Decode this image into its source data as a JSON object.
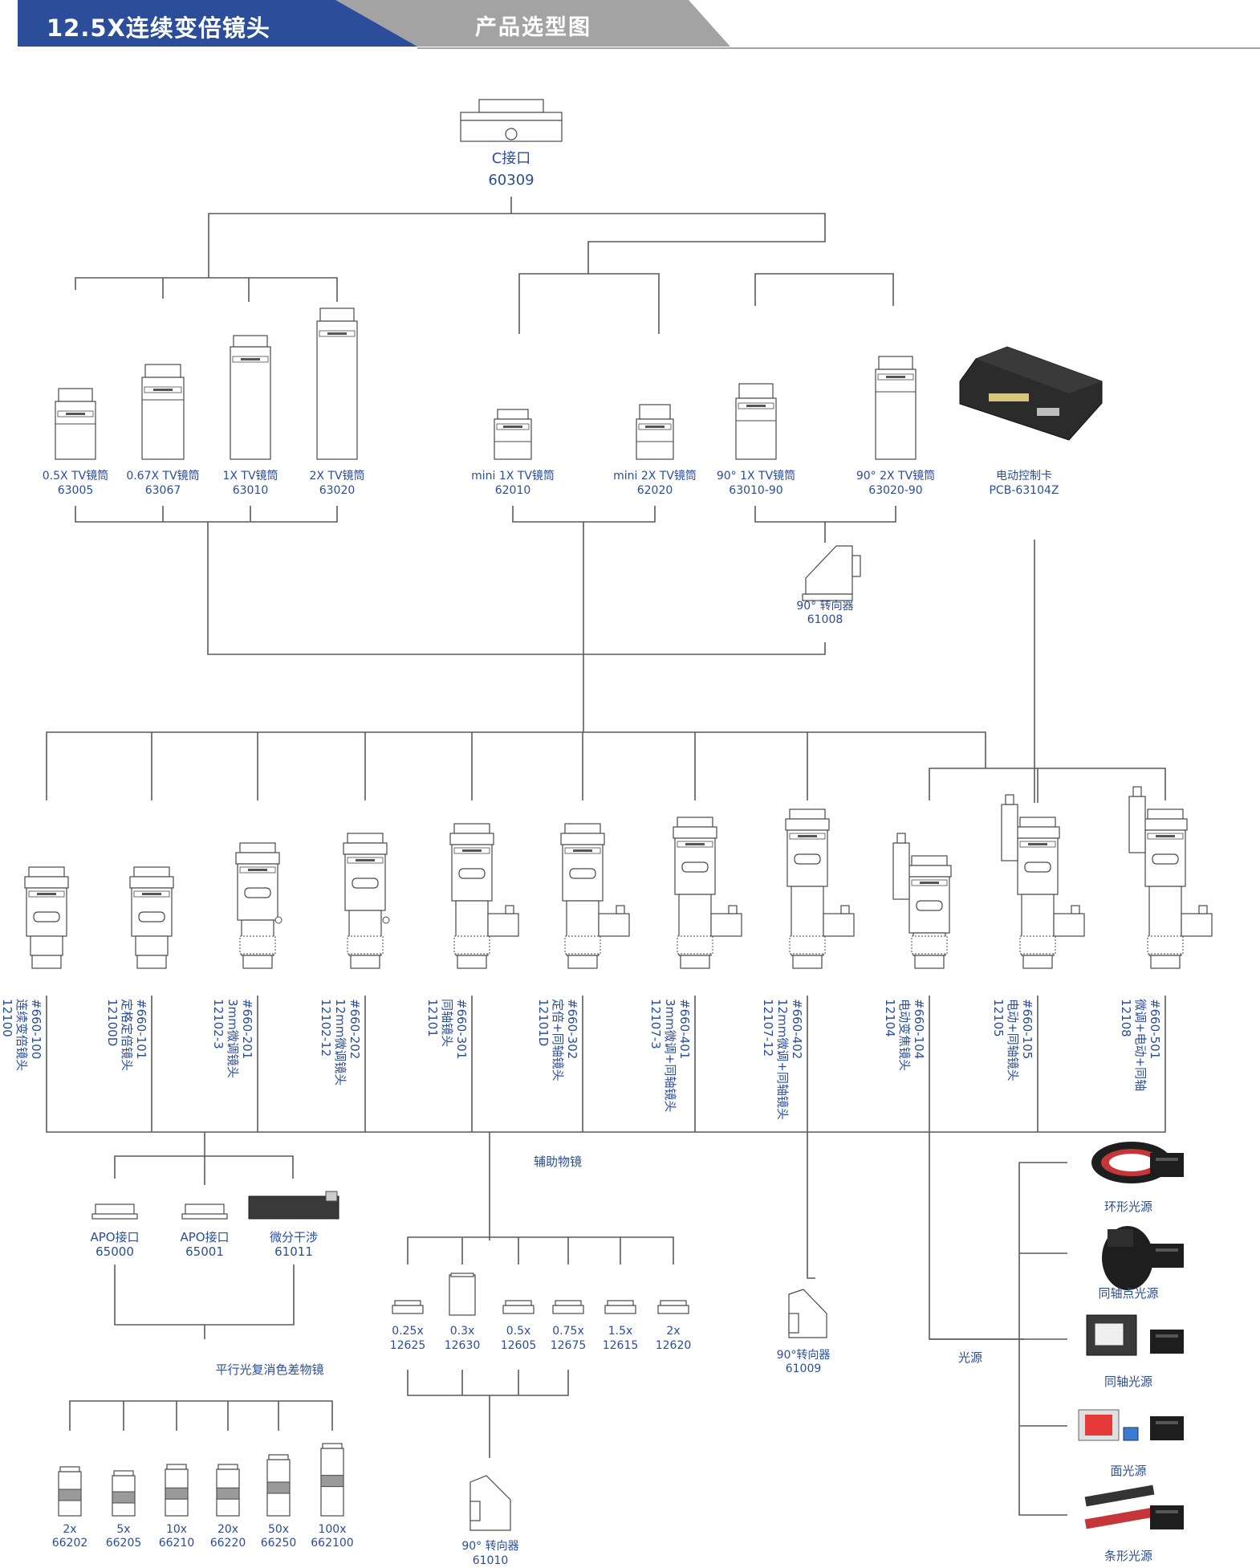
{
  "header": {
    "title": "12.5X连续变倍镜头",
    "subtitle": "产品选型图",
    "primary_color": "#2b4d9a",
    "secondary_color": "#a3a3a3",
    "rule_color": "#a3a3a3"
  },
  "colors": {
    "line": "#5a5a5a",
    "label": "#2b4d9a",
    "part_stroke": "#4a4a4a",
    "part_fill": "#ffffff"
  },
  "nodes": {
    "c_mount": {
      "name": "C接口",
      "code": "60309"
    },
    "tv_tubes": [
      {
        "name": "0.5X TV镜筒",
        "code": "63005",
        "icon": "tv-tube"
      },
      {
        "name": "0.67X TV镜筒",
        "code": "63067",
        "icon": "tv-tube"
      },
      {
        "name": "1X TV镜筒",
        "code": "63010",
        "icon": "tv-tube"
      },
      {
        "name": "2X TV镜筒",
        "code": "63020",
        "icon": "tv-tube"
      },
      {
        "name": "mini 1X TV镜筒",
        "code": "62010",
        "icon": "tv-tube"
      },
      {
        "name": "mini 2X TV镜筒",
        "code": "62020",
        "icon": "tv-tube"
      },
      {
        "name": "90° 1X TV镜筒",
        "code": "63010-90",
        "icon": "tv-tube"
      },
      {
        "name": "90° 2X TV镜筒",
        "code": "63020-90",
        "icon": "tv-tube"
      }
    ],
    "controller": {
      "name": "电动控制卡",
      "code": "PCB-63104Z",
      "icon": "controller-board"
    },
    "rotator_top": {
      "name": "90° 转向器",
      "code": "61008",
      "icon": "rotator"
    },
    "lenses": [
      {
        "model": "#660-100",
        "name": "连续变倍镜头",
        "code": "12100"
      },
      {
        "model": "#660-101",
        "name": "定格定倍镜头",
        "code": "12100D"
      },
      {
        "model": "#660-201",
        "name": "3mm微调镜头",
        "code": "12102-3"
      },
      {
        "model": "#660-202",
        "name": "12mm微调镜头",
        "code": "12102-12"
      },
      {
        "model": "#660-301",
        "name": "同轴镜头",
        "code": "12101"
      },
      {
        "model": "#660-302",
        "name": "定倍+同轴镜头",
        "code": "12101D"
      },
      {
        "model": "#660-401",
        "name": "3mm微调+同轴镜头",
        "code": "12107-3"
      },
      {
        "model": "#660-402",
        "name": "12mm微调+同轴镜头",
        "code": "12107-12"
      },
      {
        "model": "#660-104",
        "name": "电动变焦镜头",
        "code": "12104"
      },
      {
        "model": "#660-105",
        "name": "电动+同轴镜头",
        "code": "12105"
      },
      {
        "model": "#660-501",
        "name": "微调+电动+同轴",
        "code": "12108"
      }
    ],
    "adapters": [
      {
        "name": "APO接口",
        "code": "65000"
      },
      {
        "name": "APO接口",
        "code": "65001"
      },
      {
        "name": "微分干涉",
        "code": "61011"
      }
    ],
    "apo_group_label": "平行光复消色差物镜",
    "objectives": [
      {
        "mag": "2x",
        "code": "66202"
      },
      {
        "mag": "5x",
        "code": "66205"
      },
      {
        "mag": "10x",
        "code": "66210"
      },
      {
        "mag": "20x",
        "code": "66220"
      },
      {
        "mag": "50x",
        "code": "66250"
      },
      {
        "mag": "100x",
        "code": "662100"
      }
    ],
    "aux_label": "辅助物镜",
    "aux_objectives": [
      {
        "mag": "0.25x",
        "code": "12625"
      },
      {
        "mag": "0.3x",
        "code": "12630"
      },
      {
        "mag": "0.5x",
        "code": "12605"
      },
      {
        "mag": "0.75x",
        "code": "12675"
      },
      {
        "mag": "1.5x",
        "code": "12615"
      },
      {
        "mag": "2x",
        "code": "12620"
      }
    ],
    "rotator_bottom": {
      "name": "90° 转向器",
      "code": "61010"
    },
    "rotator_mid": {
      "name": "90°转向器",
      "code": "61009"
    },
    "light_label": "光源",
    "lights": [
      {
        "name": "环形光源",
        "icon": "ring-light"
      },
      {
        "name": "同轴点光源",
        "icon": "coaxial-point-light"
      },
      {
        "name": "同轴光源",
        "icon": "coaxial-light"
      },
      {
        "name": "面光源",
        "icon": "panel-light"
      },
      {
        "name": "条形光源",
        "icon": "bar-light"
      }
    ]
  }
}
